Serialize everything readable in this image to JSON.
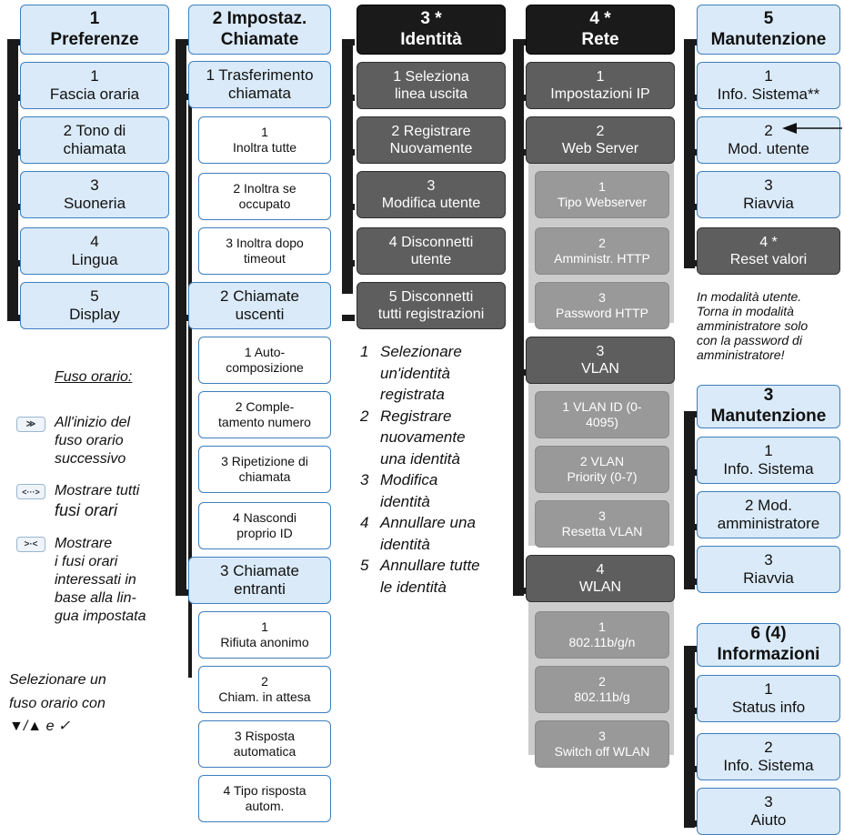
{
  "col1": {
    "header": [
      "1",
      "Preferenze"
    ],
    "items": [
      [
        "1",
        "Fascia oraria"
      ],
      [
        "2  Tono di",
        "chiamata"
      ],
      [
        "3",
        "Suoneria"
      ],
      [
        "4",
        "Lingua"
      ],
      [
        "5",
        "Display"
      ]
    ]
  },
  "col2": {
    "header": [
      "2  Impostaz.",
      "Chiamate"
    ],
    "items": [
      [
        "1  Trasferimento",
        "chiamata"
      ],
      [
        "1",
        "Inoltra tutte"
      ],
      [
        "2  Inoltra se",
        "occupato"
      ],
      [
        "3  Inoltra dopo",
        "timeout"
      ],
      [
        "2  Chiamate",
        "uscenti"
      ],
      [
        "1  Auto-",
        "composizione"
      ],
      [
        "2  Comple-",
        "tamento numero"
      ],
      [
        "3  Ripetizione di",
        "chiamata"
      ],
      [
        "4  Nascondi",
        "proprio ID"
      ],
      [
        "3  Chiamate",
        "entranti"
      ],
      [
        "1",
        "Rifiuta anonimo"
      ],
      [
        "2",
        "Chiam. in attesa"
      ],
      [
        "3  Risposta",
        "automatica"
      ],
      [
        "4  Tipo risposta",
        "autom."
      ]
    ]
  },
  "col3": {
    "header": [
      "3 *",
      "Identità"
    ],
    "items": [
      [
        "1  Seleziona",
        "linea uscita"
      ],
      [
        "2  Registrare",
        "Nuovamente"
      ],
      [
        "3",
        "Modifica utente"
      ],
      [
        "4  Disconnetti",
        "utente"
      ],
      [
        "5  Disconnetti",
        "tutti registrazioni"
      ]
    ],
    "notes": [
      [
        "1",
        "Selezionare un'identità registrata"
      ],
      [
        "2",
        "Registrare nuovamente una identità"
      ],
      [
        "3",
        "Modifica identità"
      ],
      [
        "4",
        "Annullare una identità"
      ],
      [
        "5",
        "Annullare tutte le identità"
      ]
    ],
    "note_lines": [
      [
        "1",
        "Selezionare"
      ],
      [
        "",
        "un'identità"
      ],
      [
        "",
        "registrata"
      ],
      [
        "2",
        "Registrare"
      ],
      [
        "",
        "nuovamente"
      ],
      [
        "",
        "una identità"
      ],
      [
        "3",
        "Modifica"
      ],
      [
        "",
        "identità"
      ],
      [
        "4",
        "Annullare una"
      ],
      [
        "",
        "identità"
      ],
      [
        "5",
        "Annullare tutte"
      ],
      [
        "",
        "le identità"
      ]
    ]
  },
  "col4": {
    "header": [
      "4 *",
      "Rete"
    ],
    "items": [
      [
        "1",
        "Impostazioni IP"
      ],
      [
        "2",
        "Web Server"
      ],
      [
        "1",
        "Tipo Webserver"
      ],
      [
        "2",
        "Amministr. HTTP"
      ],
      [
        "3",
        "Password HTTP"
      ],
      [
        "3",
        "VLAN"
      ],
      [
        "1  VLAN ID (0-",
        "4095)"
      ],
      [
        "2  VLAN",
        "Priority (0-7)"
      ],
      [
        "3",
        "Resetta VLAN"
      ],
      [
        "4",
        "WLAN"
      ],
      [
        "1",
        "802.11b/g/n"
      ],
      [
        "2",
        "802.11b/g"
      ],
      [
        "3",
        "Switch off WLAN"
      ]
    ]
  },
  "col5": {
    "header": [
      "5",
      "Manutenzione"
    ],
    "items": [
      [
        "1",
        "Info. Sistema**"
      ],
      [
        "2",
        "Mod. utente"
      ],
      [
        "3",
        "Riavvia"
      ],
      [
        "4 *",
        "Reset valori"
      ]
    ],
    "note": [
      "In modalità utente.",
      "Torna in modalità",
      "amministratore solo",
      "con la password di",
      "amministratore!"
    ],
    "header2": [
      "3",
      "Manutenzione"
    ],
    "items2": [
      [
        "1",
        "Info. Sistema"
      ],
      [
        "2  Mod.",
        "amministratore"
      ],
      [
        "3",
        "Riavvia"
      ]
    ],
    "header3": [
      "6 (4)",
      "Informazioni"
    ],
    "items3": [
      [
        "1",
        "Status info"
      ],
      [
        "2",
        "Info. Sistema"
      ],
      [
        "3",
        "Aiuto"
      ]
    ]
  },
  "legend": {
    "title": "Fuso orario:",
    "entries": [
      {
        "icon": "≫",
        "lines": [
          "All'inizio del",
          "fuso orario",
          "successivo"
        ]
      },
      {
        "icon": "<···>",
        "lines": [
          "Mostrare tutti",
          "fusi orari"
        ]
      },
      {
        "icon": ">·<",
        "lines": [
          "Mostrare",
          "i fusi orari",
          "interessati in",
          "base alla lin-",
          "gua impostata"
        ]
      }
    ],
    "footer": [
      "Selezionare un",
      "fuso orario con",
      "▼/▲ e ✓"
    ]
  }
}
